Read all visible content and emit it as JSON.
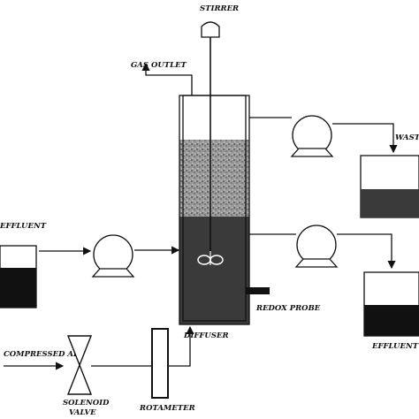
{
  "labels": {
    "stirrer": "STIRRER",
    "gas_outlet": "GAS OUTLET",
    "waste": "WAST",
    "influent": "EFFLUENT",
    "redox_probe": "REDOX PROBE",
    "effluent": "EFFLUENT",
    "diffuser": "DIFFUSER",
    "compressed_air": "COMPRESSED AIR",
    "solenoid_valve_1": "SOLENOID",
    "solenoid_valve_2": "VALVE",
    "rotameter": "ROTAMETER"
  },
  "colors": {
    "liquid": "#3a3a3a",
    "sludge": "#111111",
    "foam": "#8a8a8a",
    "line": "#111111"
  },
  "icons": [
    "pump-icon",
    "solenoid-valve-icon",
    "rotameter-icon",
    "stirrer-motor-icon",
    "impeller-icon"
  ]
}
